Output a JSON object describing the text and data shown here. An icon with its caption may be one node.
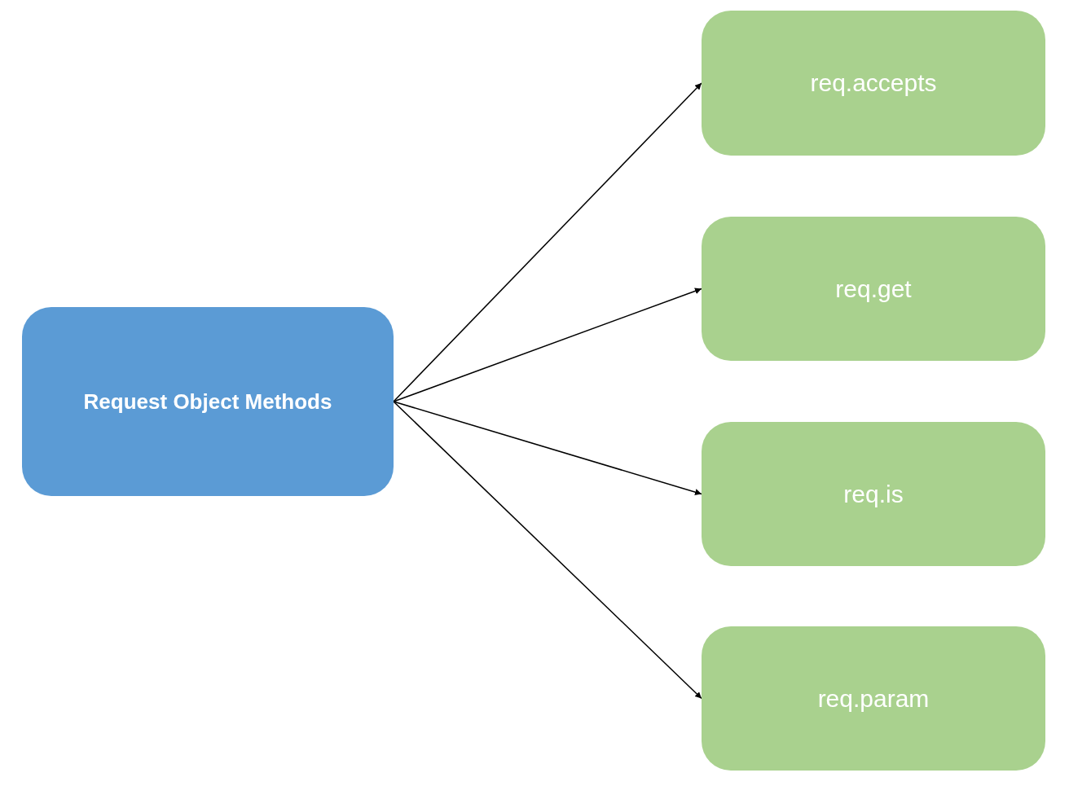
{
  "diagram": {
    "nodes": [
      {
        "text": [
          "Request Object Methods"
        ]
      },
      {
        "text": [
          "req.accepts"
        ]
      },
      {
        "text": [
          "req.get"
        ]
      },
      {
        "text": [
          "req.is"
        ]
      },
      {
        "text": [
          "req.param"
        ]
      }
    ],
    "edges": [
      {
        "from": 0,
        "to": 1,
        "arrow": "to"
      },
      {
        "from": 0,
        "to": 2,
        "arrow": "to"
      },
      {
        "from": 0,
        "to": 3,
        "arrow": "to"
      },
      {
        "from": 0,
        "to": 4,
        "arrow": "to"
      }
    ]
  }
}
